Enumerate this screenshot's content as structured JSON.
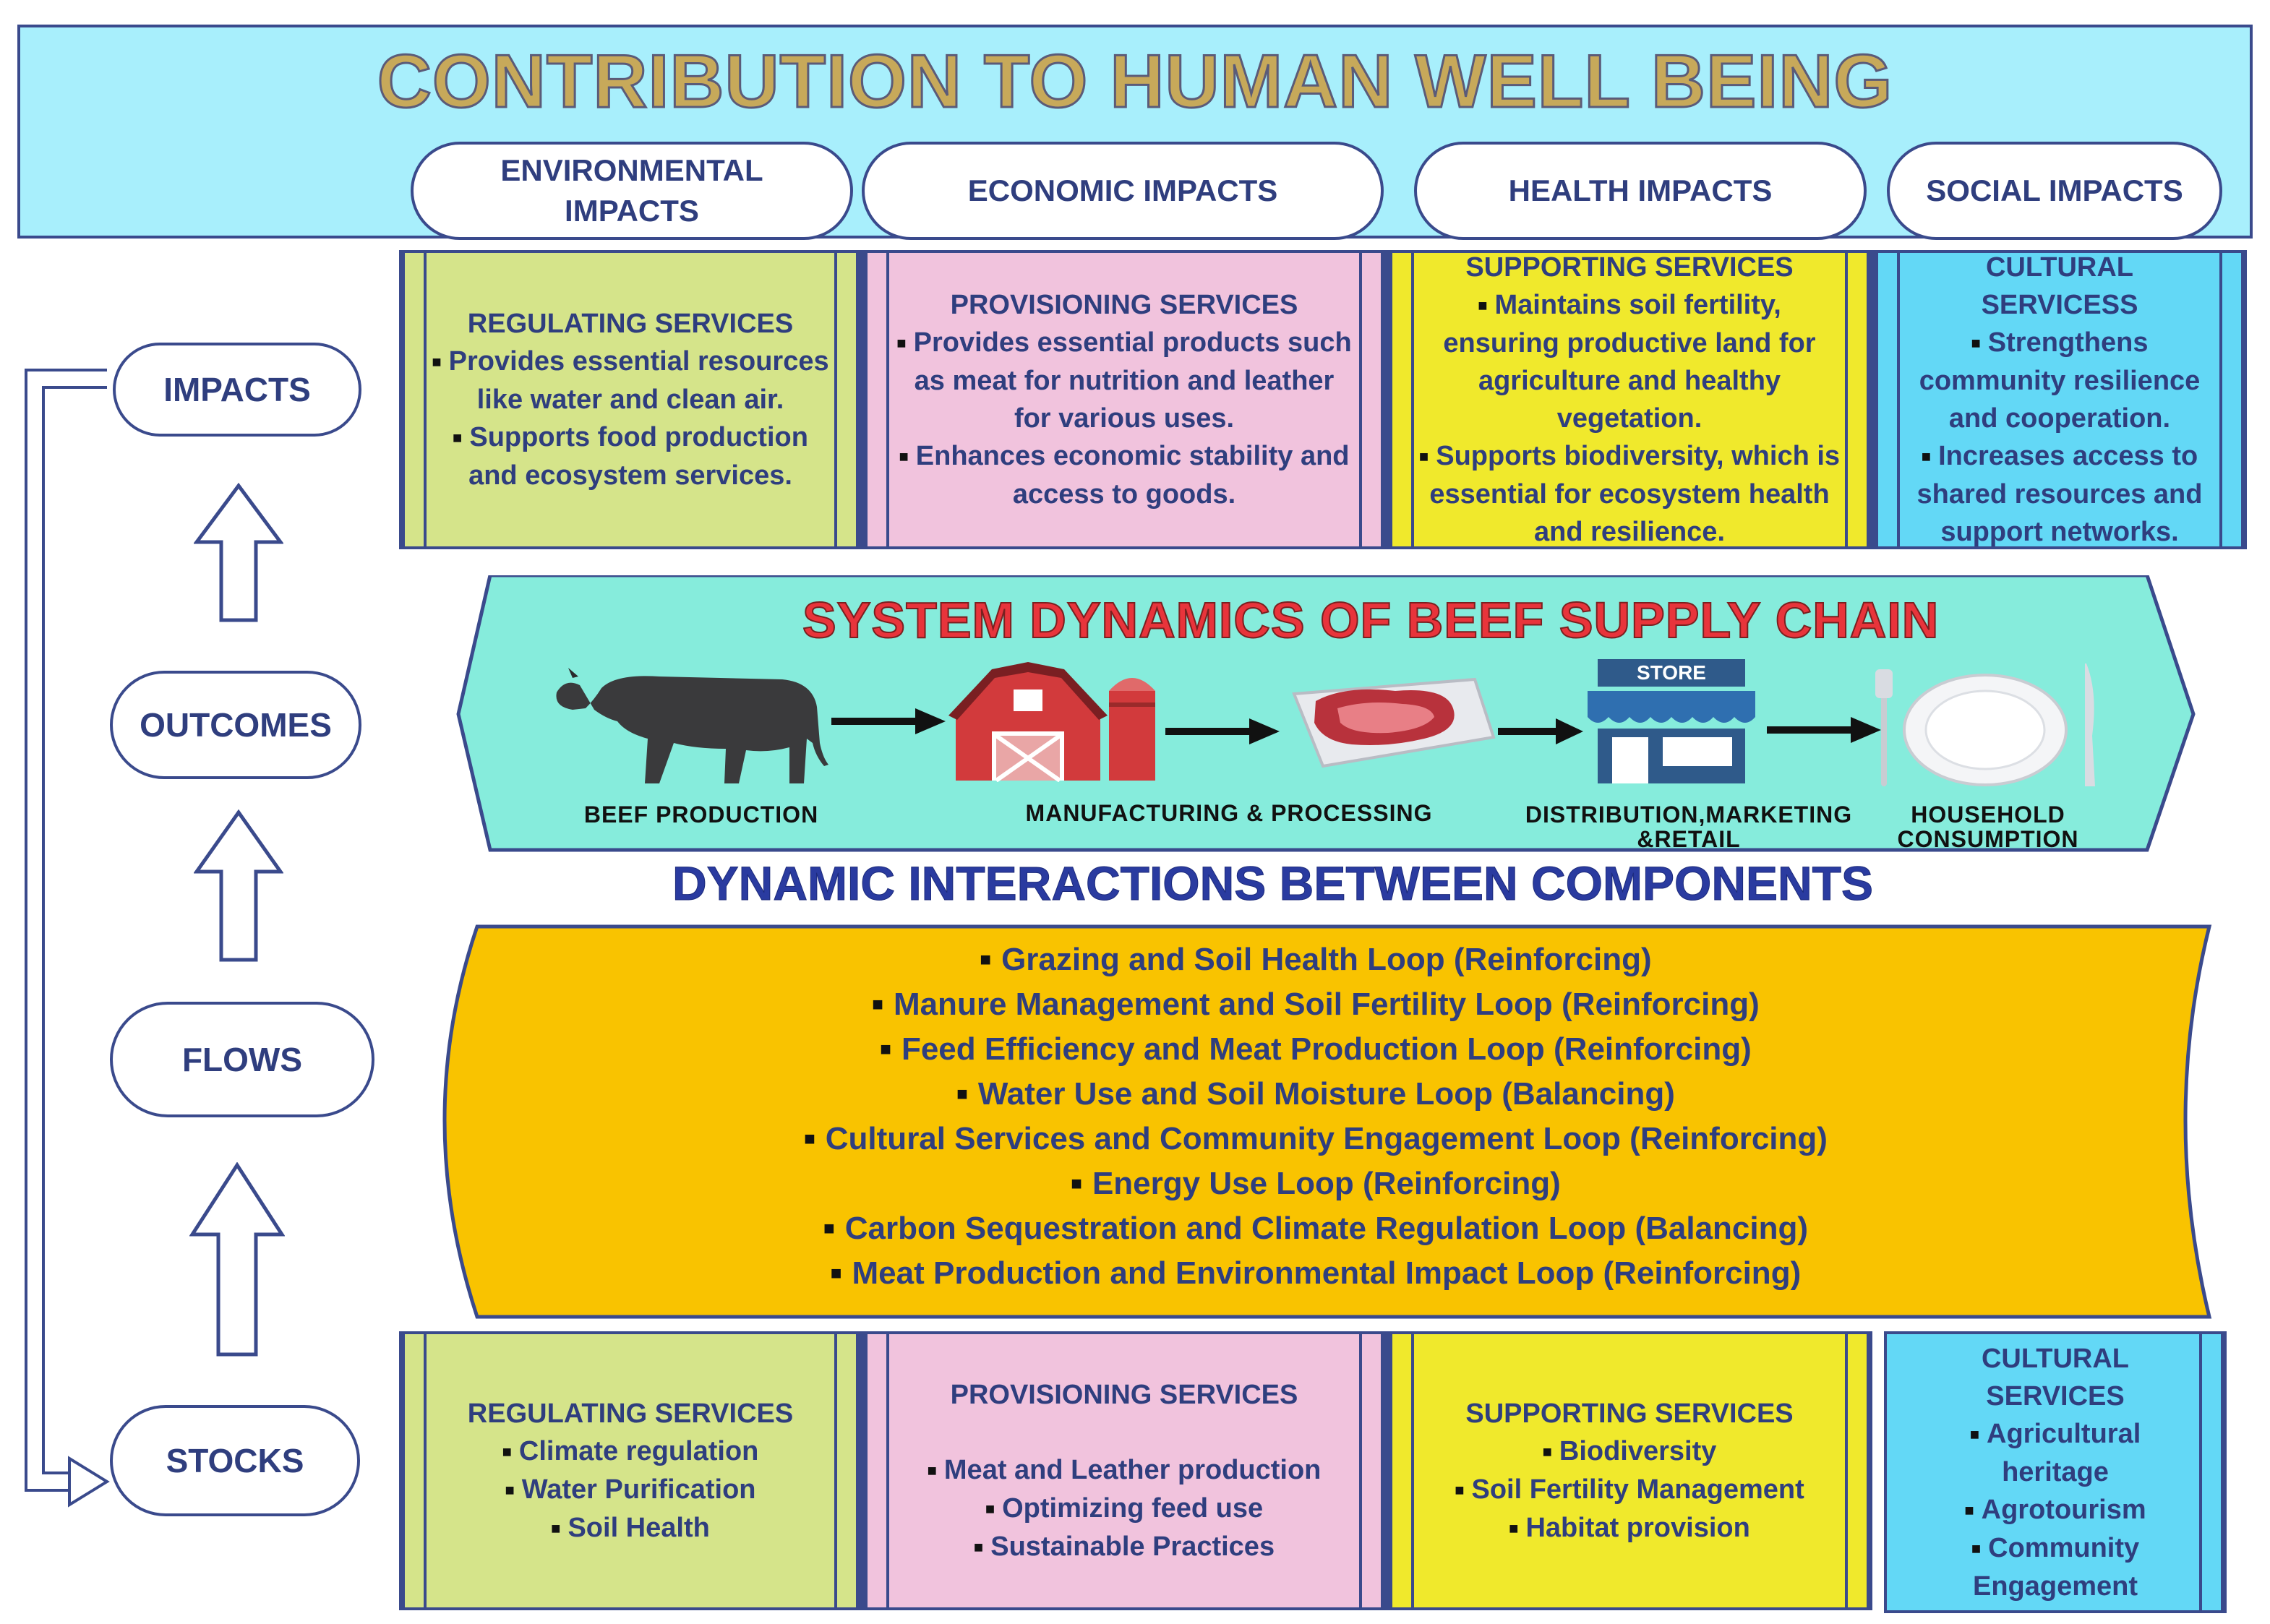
{
  "header": {
    "title": "CONTRIBUTION TO HUMAN WELL BEING",
    "impacts": [
      "ENVIRONMENTAL IMPACTS",
      "ECONOMIC IMPACTS",
      "HEALTH IMPACTS",
      "SOCIAL IMPACTS"
    ]
  },
  "levels": {
    "impacts": "IMPACTS",
    "outcomes": "OUTCOMES",
    "flows": "FLOWS",
    "stocks": "STOCKS"
  },
  "impact_services": [
    {
      "title": "REGULATING SERVICES",
      "bullets": [
        "Provides essential resources like water and clean air.",
        "Supports food production and ecosystem services."
      ]
    },
    {
      "title": "PROVISIONING SERVICES",
      "bullets": [
        "Provides essential products such as meat for nutrition and leather for various uses.",
        "Enhances economic stability and access to goods."
      ]
    },
    {
      "title": "SUPPORTING SERVICES",
      "bullets": [
        "Maintains soil fertility, ensuring productive land for agriculture and healthy vegetation.",
        "Supports biodiversity, which is essential for ecosystem health and resilience."
      ]
    },
    {
      "title": "CULTURAL SERVICESS",
      "bullets": [
        "Strengthens community resilience and cooperation.",
        "Increases access to shared resources and support networks."
      ]
    }
  ],
  "chain": {
    "title": "SYSTEM DYNAMICS OF BEEF SUPPLY CHAIN",
    "store_sign": "STORE",
    "stages": [
      "BEEF PRODUCTION",
      "MANUFACTURING & PROCESSING",
      "DISTRIBUTION,MARKETING &RETAIL",
      "HOUSEHOLD CONSUMPTION"
    ]
  },
  "dynamics": {
    "title": "DYNAMIC INTERACTIONS BETWEEN COMPONENTS",
    "loops": [
      "Grazing and Soil Health Loop (Reinforcing)",
      "Manure Management and Soil Fertility Loop (Reinforcing)",
      "Feed Efficiency and Meat Production Loop (Reinforcing)",
      "Water Use and Soil Moisture Loop (Balancing)",
      "Cultural Services and Community Engagement Loop (Reinforcing)",
      "Energy Use Loop (Reinforcing)",
      "Carbon Sequestration and Climate Regulation Loop (Balancing)",
      "Meat Production and Environmental Impact Loop (Reinforcing)"
    ]
  },
  "stock_services": [
    {
      "title": "REGULATING SERVICES",
      "bullets": [
        "Climate regulation",
        "Water Purification",
        "Soil Health"
      ]
    },
    {
      "title": "PROVISIONING SERVICES",
      "bullets": [
        "Meat and Leather production",
        "Optimizing feed use",
        "Sustainable Practices"
      ]
    },
    {
      "title": "SUPPORTING SERVICES",
      "bullets": [
        "Biodiversity",
        "Soil Fertility Management",
        "Habitat provision"
      ]
    },
    {
      "title": "CULTURAL SERVICES",
      "bullets": [
        "Agricultural heritage",
        "Agrotourism",
        "Community Engagement"
      ]
    }
  ],
  "colors": {
    "header_bg": "#a8effc",
    "border": "#3a4a8c",
    "text": "#2f3e7e",
    "regulating": "#d5e48a",
    "provisioning": "#f1c3dd",
    "supporting": "#f0e92c",
    "cultural": "#63d8f6",
    "chain_bg": "#86ecdc",
    "flows_bg": "#f9c300",
    "chain_title": "#e8343b",
    "title_gold": "#c7a95a"
  }
}
